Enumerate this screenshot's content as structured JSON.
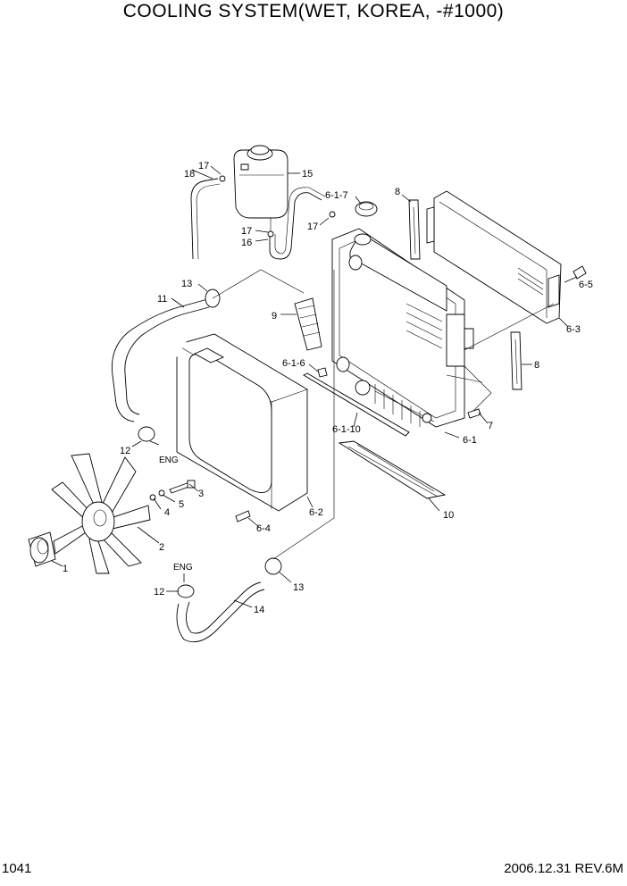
{
  "title": "COOLING SYSTEM(WET, KOREA, -#1000)",
  "page_number": "1041",
  "revision": "2006.12.31 REV.6M",
  "labels": {
    "p1": "1",
    "p2": "2",
    "p3": "3",
    "p4": "4",
    "p5": "5",
    "p6_1": "6-1",
    "p6_1_6": "6-1-6",
    "p6_1_7": "6-1-7",
    "p6_1_10": "6-1-10",
    "p6_2": "6-2",
    "p6_3": "6-3",
    "p6_4": "6-4",
    "p6_5": "6-5",
    "p7": "7",
    "p8_top": "8",
    "p8_right": "8",
    "p9": "9",
    "p10": "10",
    "p11": "11",
    "p12_upper": "12",
    "p12_lower": "12",
    "p13_upper": "13",
    "p13_lower": "13",
    "p14": "14",
    "p15": "15",
    "p16": "16",
    "p17_tank": "17",
    "p17_hose": "17",
    "p17_cap": "17",
    "p18": "18",
    "eng_upper": "ENG",
    "eng_lower": "ENG"
  }
}
